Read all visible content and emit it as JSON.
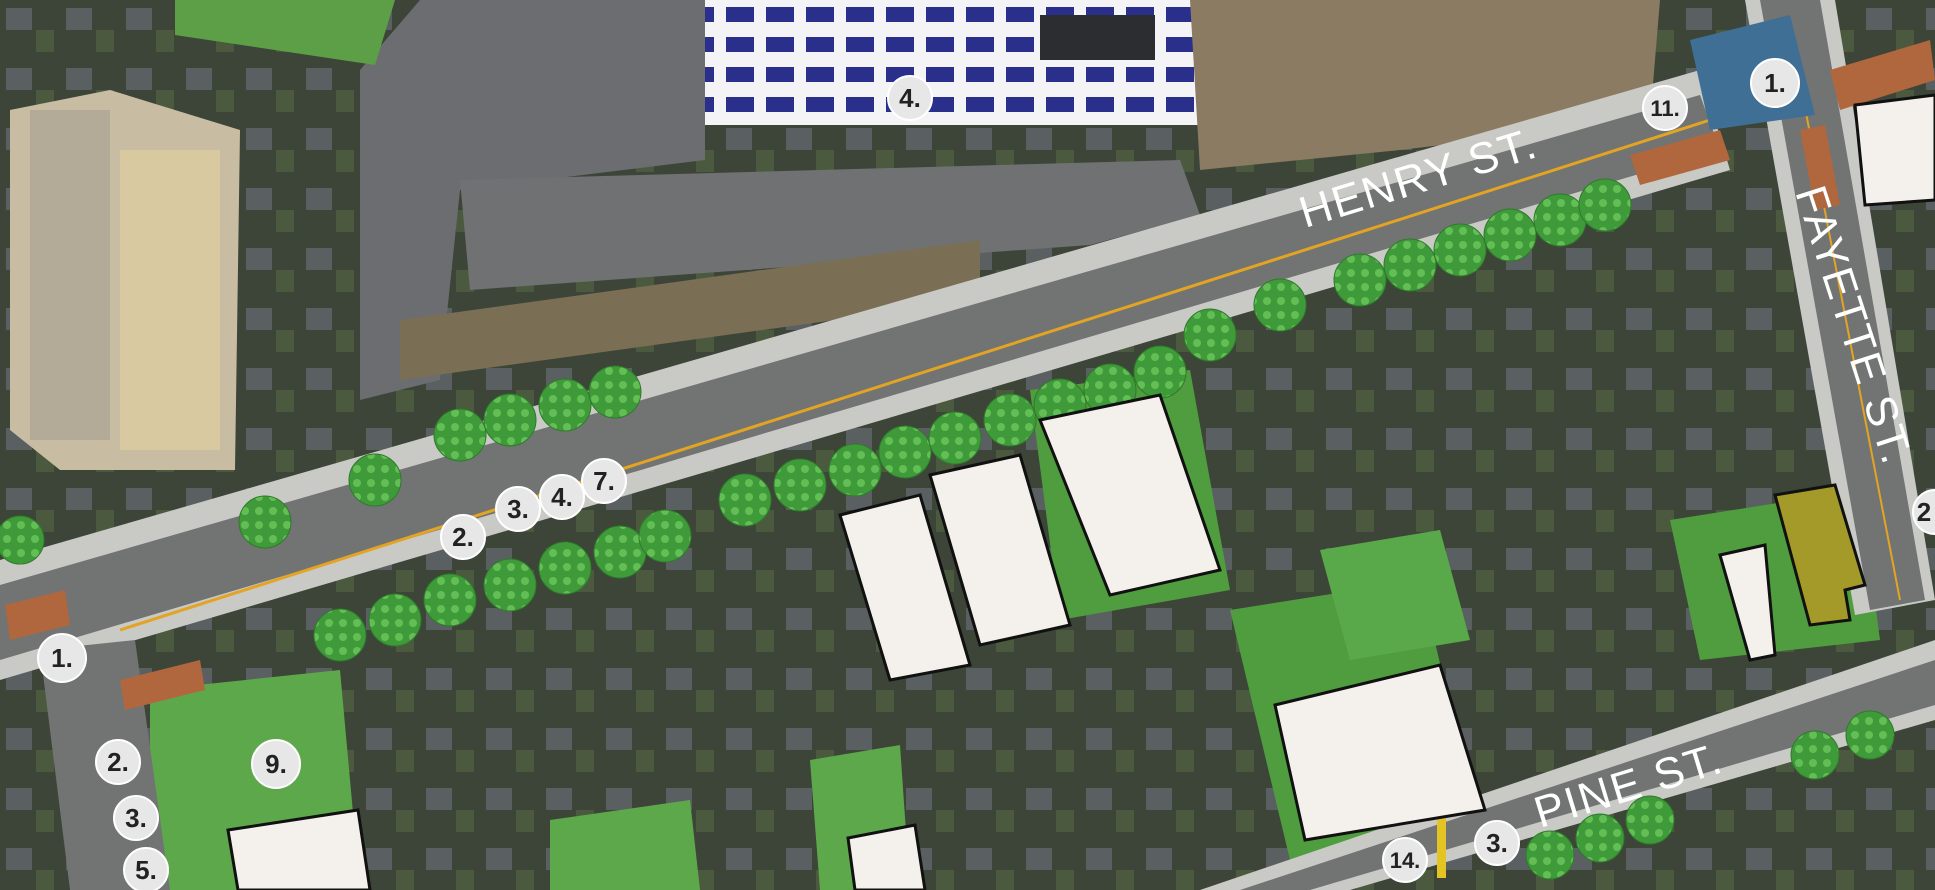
{
  "streets": {
    "henry": "HENRY ST.",
    "fayette": "FAYETTE ST.",
    "pine": "PINE ST."
  },
  "markers": [
    "1.",
    "1.",
    "2.",
    "2.",
    "3.",
    "3.",
    "3.",
    "4.",
    "4.",
    "5.",
    "7.",
    "9.",
    "11.",
    "14.",
    "2"
  ],
  "colors": {
    "aerial": "#3e4a3a",
    "road": "#6f7170",
    "center_line": "#e3a323",
    "crosswalk": "#b0673e",
    "sidewalk": "#c9c9c6",
    "planting": "#5c9f46",
    "building_pad": "#f4f1ec",
    "solar_panel": "#2a2f8c",
    "plaza": "#3f6f94",
    "highlight_parcel": "#a39a2a"
  },
  "icons": [
    "tree-canopy-icon",
    "numbered-marker-icon"
  ]
}
